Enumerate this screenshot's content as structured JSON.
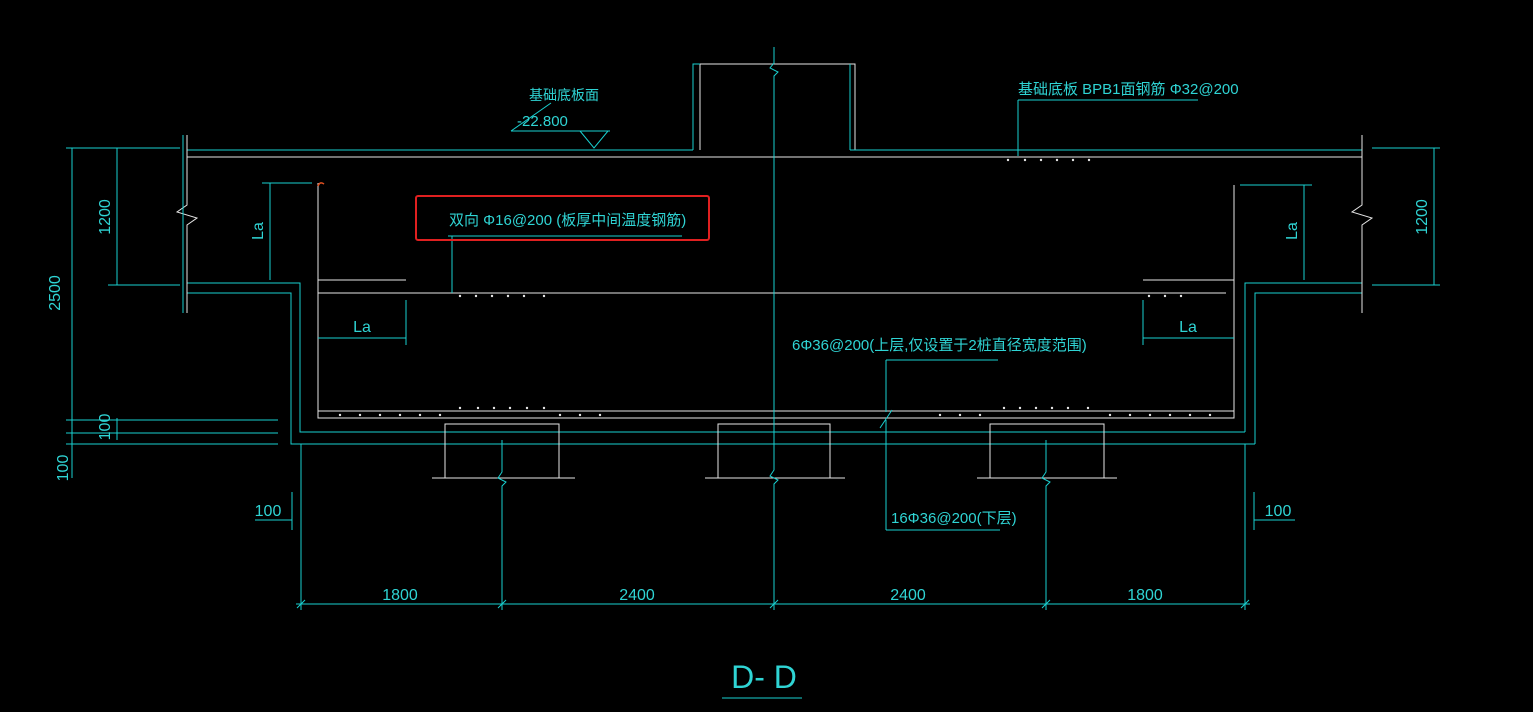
{
  "drawing": {
    "section_title": "D- D",
    "foundation_bottom_label": "基础底板面",
    "foundation_elevation": "-22.800",
    "top_rebar_note": "基础底板 BPB1面钢筋 Φ32@200",
    "temperature_rebar_note": "双向 Φ16@200 (板厚中间温度钢筋)",
    "upper_layer_note": "6Φ36@200(上层,仅设置于2桩直径宽度范围)",
    "lower_layer_note": "16Φ36@200(下层)",
    "anchorage_label": "La",
    "dims": {
      "overall_height": "2500",
      "upper_height": "1200",
      "small_100": "100",
      "spans": [
        "1800",
        "2400",
        "2400",
        "1800"
      ]
    }
  }
}
